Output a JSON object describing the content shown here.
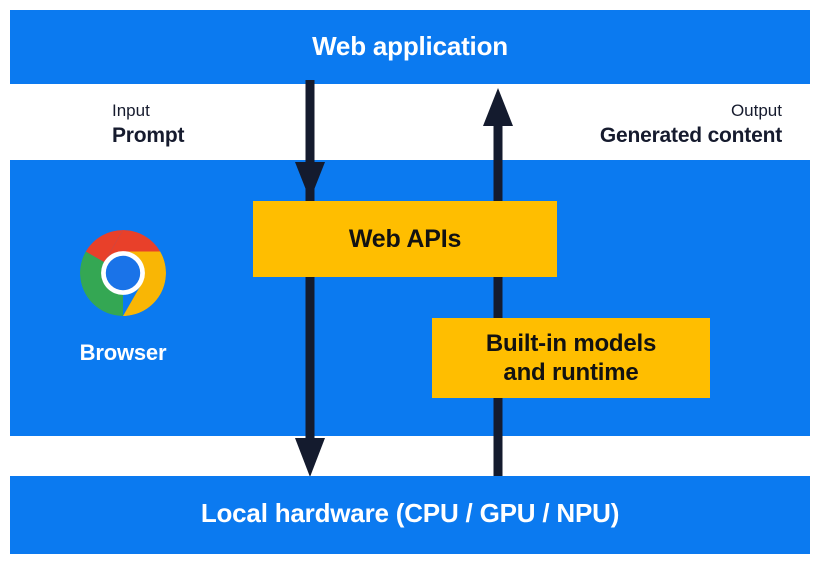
{
  "diagram": {
    "title": "Web application",
    "colors": {
      "blue": "#0B7AF0",
      "yellow": "#FFBE00",
      "arrow_dark": "#141B2E",
      "text_dark": "#161B2E",
      "text_light": "#FFFFFF",
      "chrome_red": "#E8402A",
      "chrome_yellow": "#F9B605",
      "chrome_green": "#34A753",
      "chrome_blue": "#1A73E8",
      "chrome_ring": "#FFFFFF"
    },
    "bands": {
      "web_application": {
        "label": "Web application"
      },
      "browser": {
        "caption": "Browser",
        "logo_icon": "chrome-logo-icon"
      },
      "local_hardware": {
        "label": "Local hardware (CPU / GPU / NPU)"
      }
    },
    "flows": {
      "input": {
        "kind": "Input",
        "value": "Prompt",
        "arrow_icon": "arrow-down-icon",
        "direction": "down"
      },
      "output": {
        "kind": "Output",
        "value": "Generated content",
        "arrow_icon": "arrow-up-icon",
        "direction": "up"
      }
    },
    "boxes": {
      "web_apis": {
        "label": "Web APIs"
      },
      "built_in_models": {
        "label": "Built-in models\nand runtime"
      }
    }
  }
}
